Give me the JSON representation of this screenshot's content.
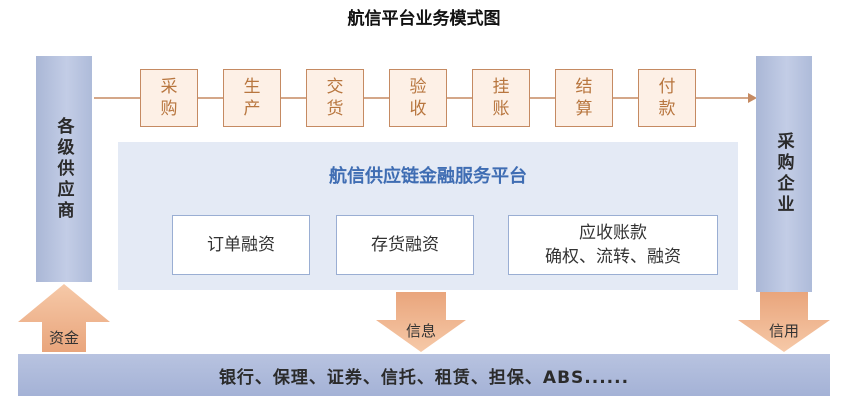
{
  "title": "航信平台业务模式图",
  "left_entity": "各级供应商",
  "right_entity": "采购企业",
  "flow_steps": [
    "采购",
    "生产",
    "交货",
    "验收",
    "挂账",
    "结算",
    "付款"
  ],
  "platform": {
    "title": "航信供应链金融服务平台",
    "modules": [
      {
        "line1": "订单融资",
        "line2": ""
      },
      {
        "line1": "存货融资",
        "line2": ""
      },
      {
        "line1": "应收账款",
        "line2": "确权、流转、融资"
      }
    ]
  },
  "flows": {
    "funds": "资金",
    "information": "信息",
    "credit": "信用"
  },
  "institutions": "银行、保理、证券、信托、租赁、担保、ABS......",
  "colors": {
    "side_blue": "#b7c3e0",
    "flow_border": "#c58a62",
    "flow_text": "#b8763f",
    "platform_title": "#3f6db3",
    "arrow_orange": "#f2b48c"
  }
}
